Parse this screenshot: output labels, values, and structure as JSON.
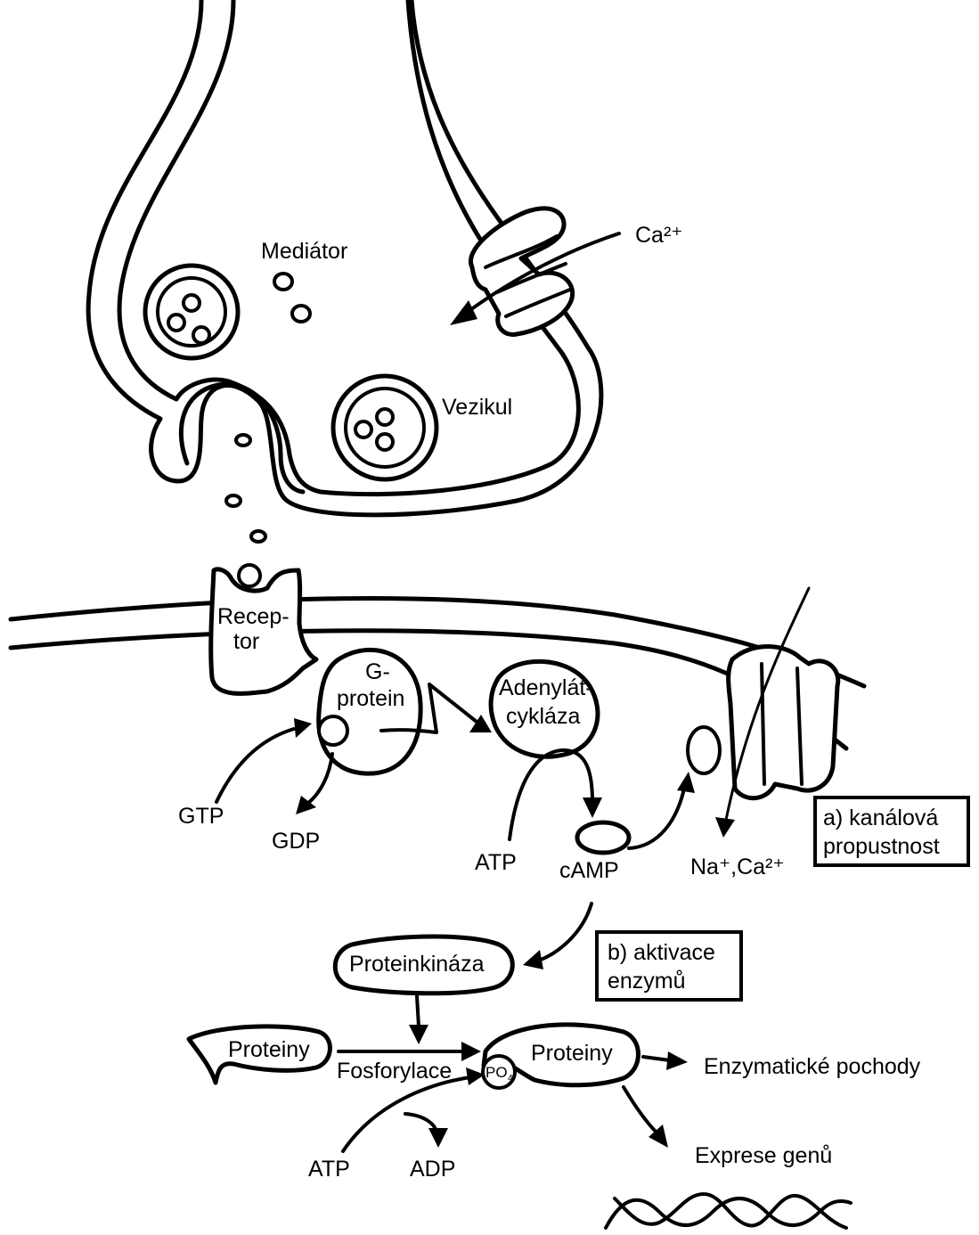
{
  "labels": {
    "ca_top": "Ca²⁺",
    "mediator": "Mediátor",
    "vezikul": "Vezikul",
    "receptor_line1": "Recep-",
    "receptor_line2": "tor",
    "gprotein_line1": "G-",
    "gprotein_line2": "protein",
    "adenylat_line1": "Adenylát-",
    "adenylat_line2": "cykláza",
    "gtp": "GTP",
    "gdp": "GDP",
    "atp_1": "ATP",
    "camp": "cAMP",
    "na_ca": "Na⁺,Ca²⁺",
    "box_a_line1": "a) kanálová",
    "box_a_line2": "propustnost",
    "box_b_line1": "b) aktivace",
    "box_b_line2": "enzymů",
    "proteinkinaza": "Proteinkináza",
    "proteiny_left": "Proteiny",
    "proteiny_right": "Proteiny",
    "fosforylace": "Fosforylace",
    "po4": "PO",
    "po4_sub": "4",
    "enzymaticke": "Enzymatické pochody",
    "atp_2": "ATP",
    "adp": "ADP",
    "exprese": "Exprese genů"
  }
}
